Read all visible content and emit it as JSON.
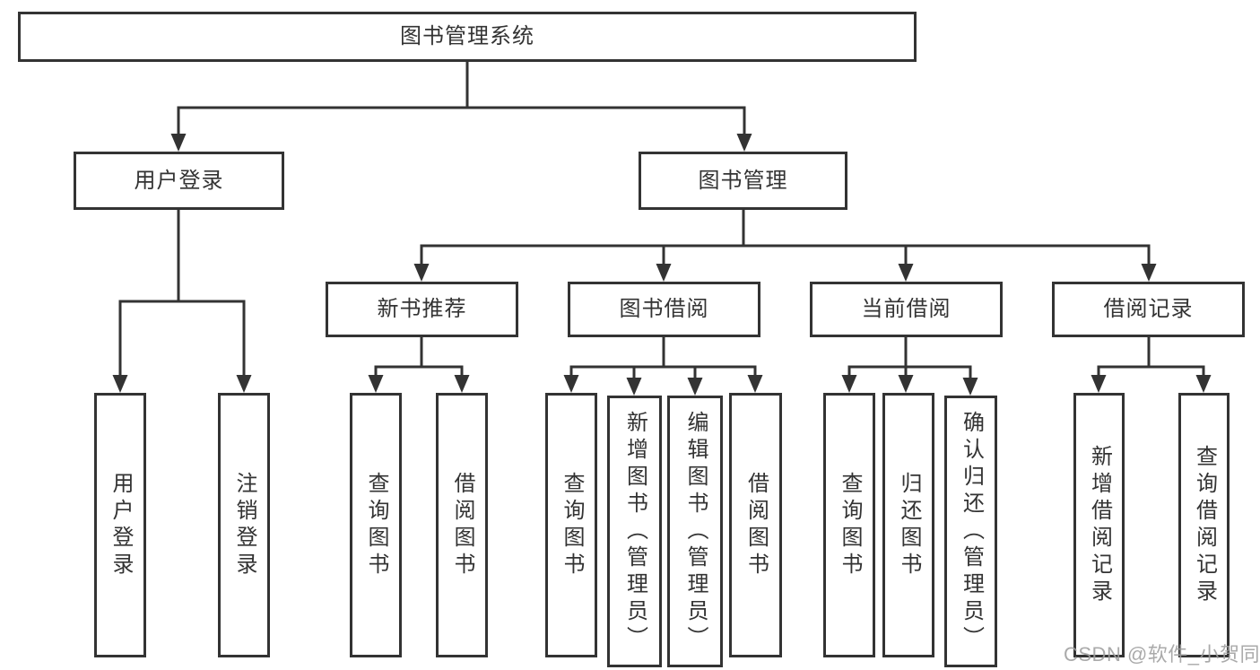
{
  "watermark": {
    "text": "CSDN @软件_小贺同学"
  },
  "colors": {
    "line": "#333333",
    "node_border": "#333333",
    "text": "#333333",
    "background": "#ffffff",
    "watermark": "#9e9e9e"
  },
  "tree": {
    "root": {
      "label": "图书管理系统"
    },
    "branches": [
      {
        "label": "用户登录",
        "children": [
          {
            "label": "用户登录"
          },
          {
            "label": "注销登录"
          }
        ]
      },
      {
        "label": "图书管理",
        "children": [
          {
            "label": "新书推荐",
            "children": [
              {
                "label": "查询图书"
              },
              {
                "label": "借阅图书"
              }
            ]
          },
          {
            "label": "图书借阅",
            "children": [
              {
                "label": "查询图书"
              },
              {
                "label": "新增图书（管理员）"
              },
              {
                "label": "编辑图书（管理员）"
              },
              {
                "label": "借阅图书"
              }
            ]
          },
          {
            "label": "当前借阅",
            "children": [
              {
                "label": "查询图书"
              },
              {
                "label": "归还图书"
              },
              {
                "label": "确认归还（管理员）"
              }
            ]
          },
          {
            "label": "借阅记录",
            "children": [
              {
                "label": "新增借阅记录"
              },
              {
                "label": "查询借阅记录"
              }
            ]
          }
        ]
      }
    ]
  }
}
